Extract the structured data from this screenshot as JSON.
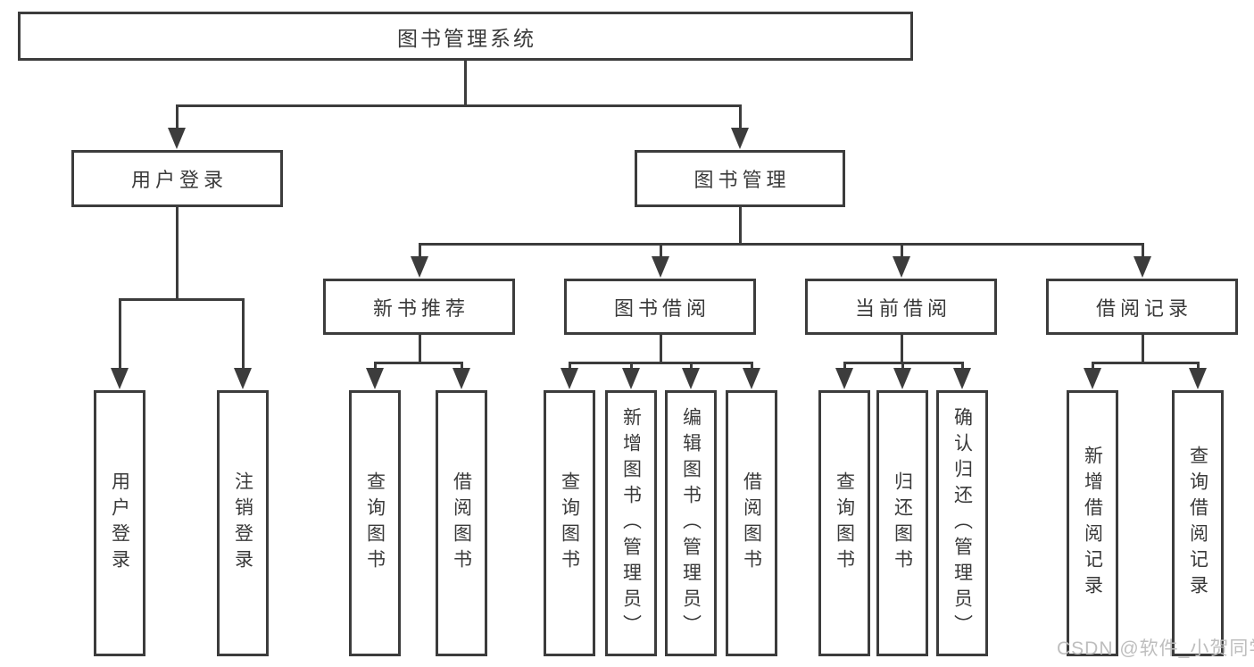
{
  "tree": {
    "label": "图书管理系统",
    "children": [
      {
        "label": "用户登录",
        "children": [
          {
            "label": "用户登录"
          },
          {
            "label": "注销登录"
          }
        ]
      },
      {
        "label": "图书管理",
        "children": [
          {
            "label": "新书推荐",
            "children": [
              {
                "label": "查询图书"
              },
              {
                "label": "借阅图书"
              }
            ]
          },
          {
            "label": "图书借阅",
            "children": [
              {
                "label": "查询图书"
              },
              {
                "label": "新增图书（管理员）"
              },
              {
                "label": "编辑图书（管理员）"
              },
              {
                "label": "借阅图书"
              }
            ]
          },
          {
            "label": "当前借阅",
            "children": [
              {
                "label": "查询图书"
              },
              {
                "label": "归还图书"
              },
              {
                "label": "确认归还（管理员）"
              }
            ]
          },
          {
            "label": "借阅记录",
            "children": [
              {
                "label": "新增借阅记录"
              },
              {
                "label": "查询借阅记录"
              }
            ]
          }
        ]
      }
    ]
  },
  "watermark": "CSDN @软件_小贺同学",
  "colors": {
    "line": "#3c3c3c",
    "text": "#3a3a3a",
    "watermark": "#bebebe",
    "background": "#ffffff"
  }
}
